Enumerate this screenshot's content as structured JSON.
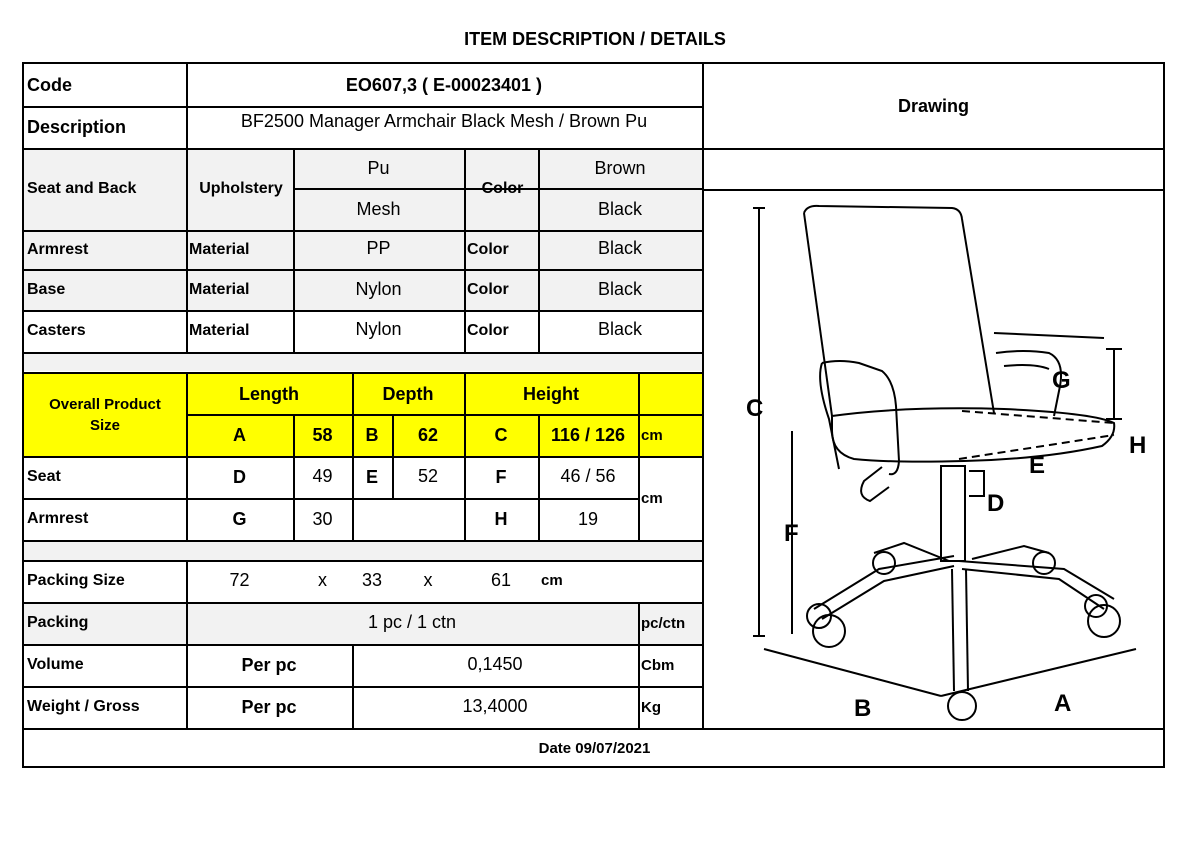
{
  "title": "ITEM DESCRIPTION / DETAILS",
  "code": {
    "label": "Code",
    "value": "EO607,3  ( E-00023401 )"
  },
  "description": {
    "label": "Description",
    "value": "BF2500 Manager Armchair Black Mesh / Brown Pu"
  },
  "drawing_label": "Drawing",
  "materials": {
    "seat_back": {
      "label": "Seat and Back",
      "upholstery_label": "Upholstery",
      "upholstery": [
        "Pu",
        "Mesh"
      ],
      "color_label": "Color",
      "colors": [
        "Brown",
        "Black"
      ]
    },
    "armrest": {
      "label": "Armrest",
      "material_label": "Material",
      "material": "PP",
      "color_label": "Color",
      "color": "Black"
    },
    "base": {
      "label": "Base",
      "material_label": "Material",
      "material": "Nylon",
      "color_label": "Color",
      "color": "Black"
    },
    "casters": {
      "label": "Casters",
      "material_label": "Material",
      "material": "Nylon",
      "color_label": "Color",
      "color": "Black"
    }
  },
  "overall": {
    "label": "Overall Product Size",
    "length_label": "Length",
    "depth_label": "Depth",
    "height_label": "Height",
    "a_key": "A",
    "a_val": "58",
    "b_key": "B",
    "b_val": "62",
    "c_key": "C",
    "c_val": "116 / 126",
    "unit": "cm"
  },
  "seat": {
    "label": "Seat",
    "d_key": "D",
    "d_val": "49",
    "e_key": "E",
    "e_val": "52",
    "f_key": "F",
    "f_val": "46 / 56"
  },
  "armrest_size": {
    "label": "Armrest",
    "g_key": "G",
    "g_val": "30",
    "h_key": "H",
    "h_val": "19"
  },
  "size_unit": "cm",
  "packing_size": {
    "label": "Packing Size",
    "l": "72",
    "x1": "x",
    "w": "33",
    "x2": "x",
    "h": "61",
    "unit": "cm"
  },
  "packing": {
    "label": "Packing",
    "value": "1 pc / 1 ctn",
    "unit": "pc/ctn"
  },
  "volume": {
    "label": "Volume",
    "per": "Per pc",
    "value": "0,1450",
    "unit": "Cbm"
  },
  "weight": {
    "label": "Weight / Gross",
    "per": "Per pc",
    "value": "13,4000",
    "unit": "Kg"
  },
  "date": "Date 09/07/2021",
  "dimension_letters": {
    "a": "A",
    "b": "B",
    "c": "C",
    "d": "D",
    "e": "E",
    "f": "F",
    "g": "G",
    "h": "H"
  },
  "colors": {
    "highlight": "#ffff00",
    "shade": "#f2f2f2"
  }
}
